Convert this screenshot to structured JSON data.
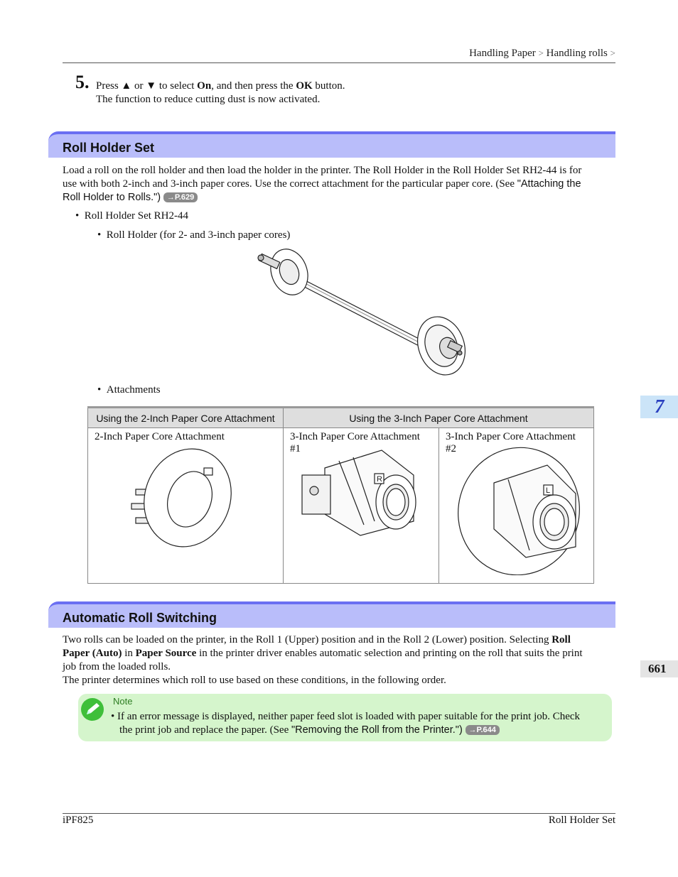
{
  "header": {
    "crumb1": "Handling Paper",
    "crumb2": "Handling rolls",
    "sep": ">"
  },
  "step5": {
    "number": "5.",
    "line1_a": "Press ▲ or ▼ to select ",
    "line1_on": "On",
    "line1_b": ", and then press the ",
    "line1_ok": "OK",
    "line1_c": " button.",
    "line2": "The function to reduce cutting dust is now activated."
  },
  "section1": {
    "title": "Roll Holder Set",
    "para_a": "Load a roll on the roll holder and then load the holder in the printer. The Roll Holder in the Roll Holder Set RH2-44 is for",
    "para_b": "use with both 2-inch and 3-inch paper cores. Use the correct attachment for the particular paper core.  (See ",
    "link1": "\"Attaching the",
    "link2": "Roll Holder to Rolls.",
    "link_close": "\")",
    "ref": "→P.629",
    "bullet1": "Roll Holder Set RH2-44",
    "sub_bullet1": "Roll Holder (for 2- and 3-inch paper cores)",
    "sub_bullet2": "Attachments"
  },
  "table": {
    "headers": [
      "Using the 2-Inch Paper Core Attachment",
      "Using the 3-Inch Paper Core Attachment"
    ],
    "cells": [
      "2-Inch Paper Core Attachment",
      "3-Inch Paper Core Attachment #1",
      "3-Inch Paper Core Attachment #2"
    ],
    "mark_r": "R",
    "mark_l": "L"
  },
  "section2": {
    "title": "Automatic Roll Switching",
    "p1_a": "Two rolls can be loaded on the printer, in the Roll 1 (Upper) position and in the Roll 2 (Lower) position. Selecting ",
    "p1_roll": "Roll",
    "p1_auto": "Paper (Auto)",
    "p1_in": " in ",
    "p1_source": "Paper Source",
    "p1_b": " in the printer driver enables automatic selection and printing on the roll that suits the print",
    "p1_c": "job from the loaded rolls.",
    "p2": "The printer determines which roll to use based on these conditions, in the following order."
  },
  "note": {
    "label": "Note",
    "line1": "If an error message is displayed, neither paper feed slot is loaded with paper suitable for the print job. Check",
    "line2_a": "the print job and replace the paper.  (See ",
    "link": "\"Removing the Roll from the Printer.",
    "link_close": "\")",
    "ref": "→P.644"
  },
  "side": {
    "chapter": "7",
    "page": "661"
  },
  "footer": {
    "left": "iPF825",
    "right": "Roll Holder Set"
  },
  "colors": {
    "section_bar": "#b9bdfa",
    "section_accent": "#6b6ff2",
    "note_bg": "#d5f5cc",
    "chapter_tab": "#cbe4f8"
  }
}
